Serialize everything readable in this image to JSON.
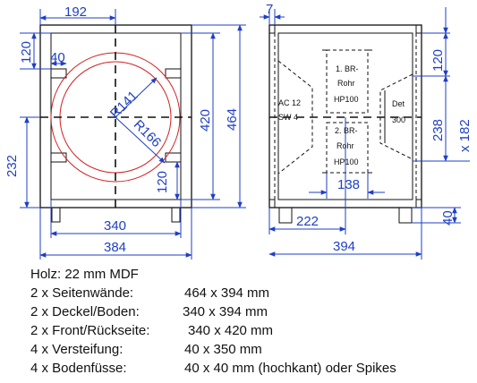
{
  "front_view": {
    "dims": {
      "top_width": "192",
      "top_height": "120",
      "bracket": "40",
      "left_height": "232",
      "inner_height": "420",
      "outer_height": "464",
      "lower_inner": "120",
      "inner_width": "340",
      "outer_width": "384"
    },
    "radius_small": "R141",
    "radius_large": "R166"
  },
  "side_view": {
    "dims": {
      "wall": "7",
      "top_height": "120",
      "mid_height": "238",
      "mid_alt": "x 182",
      "port_width": "138",
      "foot_offset": "222",
      "outer_width": "394",
      "foot_height": "40"
    },
    "ports": {
      "top": [
        "1. BR-",
        "Rohr",
        "HP100"
      ],
      "bottom": [
        "2. BR-",
        "Rohr",
        "HP100"
      ]
    },
    "left_driver": [
      "AC 12",
      "SW 4"
    ],
    "right_driver": [
      "Det",
      "300"
    ]
  },
  "parts": {
    "material": "Holz: 22 mm MDF",
    "items": [
      {
        "name": "2 x Seitenwände:",
        "size": "464 x 394 mm"
      },
      {
        "name": "2 x Deckel/Boden:",
        "size": "340 x 394 mm"
      },
      {
        "name": "2 x Front/Rückseite:",
        "size": "340 x 420 mm"
      },
      {
        "name": "4 x Versteifung:",
        "size": "40 x 350 mm"
      },
      {
        "name": "4 x Bodenfüsse:",
        "size": "40 x 40 mm (hochkant) oder Spikes"
      }
    ]
  }
}
